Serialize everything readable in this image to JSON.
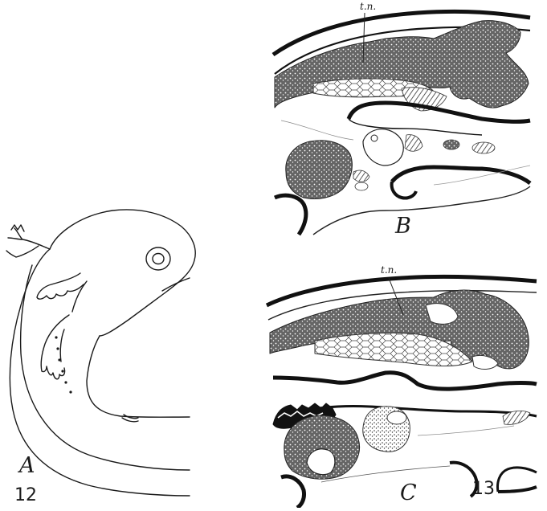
{
  "plate": {
    "figure_a": {
      "letter": "A",
      "number": "12"
    },
    "figure_b": {
      "letter": "B",
      "annotation": "t.n."
    },
    "figure_c": {
      "letter": "C",
      "annotation": "t.n.",
      "number": "13"
    }
  },
  "colors": {
    "ink": "#1a1a1a",
    "stipple": "#2b2b2b",
    "paper": "#ffffff"
  }
}
